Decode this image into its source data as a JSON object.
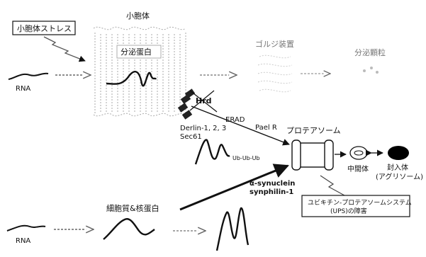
{
  "labels": {
    "er_stress": "小胞体ストレス",
    "er": "小胞体",
    "secretory_protein": "分泌蛋白",
    "rna_top": "RNA",
    "golgi": "ゴルジ装置",
    "secretory_granule": "分泌顆粒",
    "hrd": "Hrd",
    "erad": "ERAD",
    "derlin": "Derlin-1, 2, 3",
    "sec61": "Sec61",
    "ub": "Ub-Ub-Ub",
    "parkin": "Pael R",
    "proteasome": "プロテアソーム",
    "intermediate": "中間体",
    "inclusion": "封入体",
    "aggresome": "(アグリソーム)",
    "synuclein": "α-synuclein",
    "synphilin": "synphilin-1",
    "ups_line1": "ユビキチン-プロテアソームシステム",
    "ups_line2": "(UPS)の障害",
    "cytosol_protein": "細胞質&核蛋白",
    "rna_bottom": "RNA"
  }
}
